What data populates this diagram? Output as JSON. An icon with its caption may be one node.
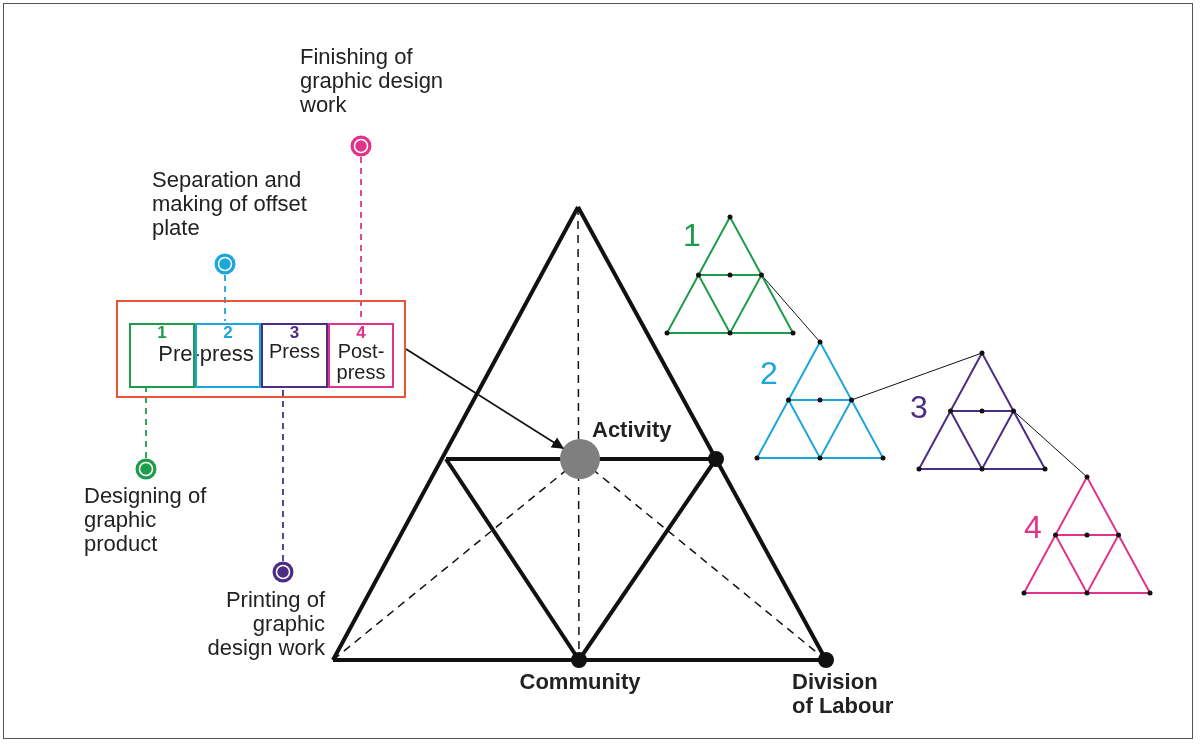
{
  "diagram": {
    "nodes": [
      {
        "text": [],
        "shape": "box"
      },
      {
        "text": [
          "1"
        ],
        "in": 0
      },
      {
        "text": [
          "2"
        ],
        "in": 0
      },
      {
        "text": [
          "3",
          "Press"
        ],
        "in": 0
      },
      {
        "text": [
          "4",
          "Post-press"
        ],
        "in": 0
      },
      {
        "text": [
          "Finishing of graphic design work"
        ]
      },
      {
        "text": [
          "Separation and making of offset plate"
        ]
      },
      {
        "text": [
          "Designing of graphic product"
        ]
      },
      {
        "text": [
          "Printing of graphic design work"
        ]
      },
      {
        "text": [
          "Activity"
        ]
      },
      {
        "text": [
          "Community"
        ]
      },
      {
        "text": [
          "Division of Labour"
        ]
      },
      {
        "text": [
          "1"
        ]
      },
      {
        "text": [
          "2"
        ]
      },
      {
        "text": [
          "3"
        ]
      },
      {
        "text": [
          "4"
        ]
      }
    ],
    "edges": [
      {
        "from": 5,
        "to": 4,
        "arrow": "none",
        "style": "dashed",
        "color": "#e2338c"
      },
      {
        "from": 6,
        "to": 2,
        "arrow": "none",
        "style": "dashed",
        "color": "#1ba6dc"
      },
      {
        "from": 7,
        "to": 1,
        "arrow": "none",
        "style": "dashed",
        "color": "#1e9b4b"
      },
      {
        "from": 8,
        "to": 3,
        "arrow": "none",
        "style": "dashed",
        "color": "#4b2e83"
      },
      {
        "from": 0,
        "to": 9,
        "arrow": "to"
      },
      {
        "from": 12,
        "to": 13,
        "arrow": "none"
      },
      {
        "from": 13,
        "to": 14,
        "arrow": "none"
      },
      {
        "from": 14,
        "to": 15,
        "arrow": "none"
      }
    ],
    "labels": [
      "Pre-press"
    ]
  }
}
